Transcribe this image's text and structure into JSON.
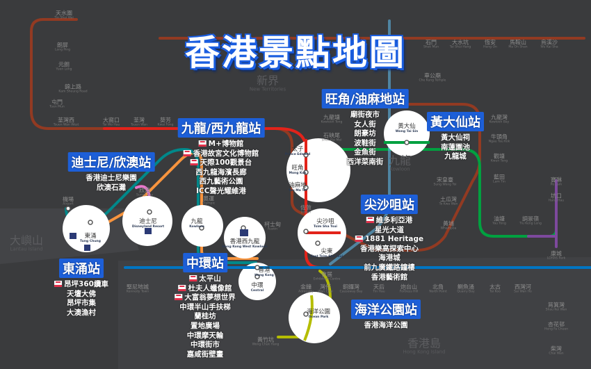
{
  "title": "香港景點地圖",
  "colors": {
    "background": "#3a3b3d",
    "title_box": "#1d5fd8",
    "tuen_ma": "#923a22",
    "tsuen_wan": "#e2231a",
    "kwun_tong": "#00a040",
    "island": "#0075c2",
    "tung_chung": "#f7943e",
    "airport_express": "#00888a",
    "south_island": "#b5bd00",
    "disneyland": "#e777cb",
    "tseung_kwan_o": "#7d499d",
    "east_rail": "#5eb6e4",
    "ticket": "#e0304a"
  },
  "regions": [
    {
      "zh": "新界",
      "en": "New Territories"
    },
    {
      "zh": "九龍",
      "en": "Kowloon"
    },
    {
      "zh": "大嶼山",
      "en": "Lantau Island"
    },
    {
      "zh": "香港島",
      "en": "Hong Kong Island"
    }
  ],
  "stations": [
    {
      "zh": "天水圍",
      "en": "Tin Shui Wai"
    },
    {
      "zh": "朗屏",
      "en": "Long Ping"
    },
    {
      "zh": "元朗",
      "en": "Yuen Long"
    },
    {
      "zh": "錦上路",
      "en": "Kam Sheung Road"
    },
    {
      "zh": "屯門",
      "en": "Tuen Mun"
    },
    {
      "zh": "荃灣西",
      "en": "Tsuen Wan West"
    },
    {
      "zh": "大窩口",
      "en": "Tai Wo Hau"
    },
    {
      "zh": "荃灣",
      "en": "Tsuen Wan"
    },
    {
      "zh": "葵芳",
      "en": "Kwai Fong"
    },
    {
      "zh": "石門",
      "en": "Shek Mun"
    },
    {
      "zh": "大水坑",
      "en": "Tai Shui Hang"
    },
    {
      "zh": "恆安",
      "en": "Heng On"
    },
    {
      "zh": "馬鞍山",
      "en": "Ma On Shan"
    },
    {
      "zh": "烏溪沙",
      "en": "Wu Kai Sha"
    },
    {
      "zh": "車公廟",
      "en": "Che Kung Temple"
    },
    {
      "zh": "九龍灣",
      "en": "Kowloon Bay"
    },
    {
      "zh": "牛頭角",
      "en": "Ngau Tau Kok"
    },
    {
      "zh": "觀塘",
      "en": "Kwun Tong"
    },
    {
      "zh": "藍田",
      "en": "Lam Tin"
    },
    {
      "zh": "油塘",
      "en": "Yau Tong"
    },
    {
      "zh": "調景嶺",
      "en": "Tiu Keng Leng"
    },
    {
      "zh": "寶琳",
      "en": "Po Lam"
    },
    {
      "zh": "坑口",
      "en": "Hang Hau"
    },
    {
      "zh": "康城",
      "en": "LOHAS Park"
    },
    {
      "zh": "堅尼地城",
      "en": "Kennedy Town"
    },
    {
      "zh": "灣仔",
      "en": "Wan Chai"
    },
    {
      "zh": "銅鑼灣",
      "en": "Causeway Bay"
    },
    {
      "zh": "天后",
      "en": "Tin Hau"
    },
    {
      "zh": "炮台山",
      "en": "Fortress Hill"
    },
    {
      "zh": "北角",
      "en": "North Point"
    },
    {
      "zh": "鰂魚涌",
      "en": "Quarry Bay"
    },
    {
      "zh": "太古",
      "en": "Tai Koo"
    },
    {
      "zh": "西灣河",
      "en": "Sai Wan Ho"
    },
    {
      "zh": "筲箕灣",
      "en": "Shau Kei Wan"
    },
    {
      "zh": "杏花邨",
      "en": "Heng Fa Chuen"
    },
    {
      "zh": "柴灣",
      "en": "Chai Wan"
    },
    {
      "zh": "金鐘",
      "en": "Admiralty"
    },
    {
      "zh": "會展",
      "en": "Exhibition Centre"
    },
    {
      "zh": "黃竹坑",
      "en": "Wong Chuk Hang"
    },
    {
      "zh": "土瓜灣",
      "en": "To Kwa Wan"
    },
    {
      "zh": "黃埔",
      "en": "Whampoa"
    },
    {
      "zh": "宋皇臺",
      "en": "Sung Wong Toi"
    },
    {
      "zh": "九龍塘",
      "en": "Kowloon Tong"
    },
    {
      "zh": "石硤尾",
      "en": "Shek Kip Mei"
    },
    {
      "zh": "佐敦",
      "en": "Jordan"
    },
    {
      "zh": "柯士甸",
      "en": "Austin"
    },
    {
      "zh": "奧運",
      "en": "Olympic"
    },
    {
      "zh": "欣澳",
      "en": "Sunny Bay"
    },
    {
      "zh": "機場",
      "en": "Airport"
    },
    {
      "zh": "太子",
      "en": "Prince Edward"
    },
    {
      "zh": "旺角",
      "en": "Mong Kok"
    },
    {
      "zh": "油麻地",
      "en": "Yau Ma Tei"
    },
    {
      "zh": "黃大仙",
      "en": "Wong Tai Sin"
    },
    {
      "zh": "東涌",
      "en": "Tung Chung"
    },
    {
      "zh": "迪士尼",
      "en": "Disneyland Resort"
    },
    {
      "zh": "九龍",
      "en": "Kowloon"
    },
    {
      "zh": "香港西九龍",
      "en": "Hong Kong West Kowloon"
    },
    {
      "zh": "尖沙咀",
      "en": "Tsim Sha Tsui"
    },
    {
      "zh": "尖東",
      "en": "East Tsim Sha Tsui"
    },
    {
      "zh": "香港",
      "en": "Hong Kong"
    },
    {
      "zh": "中環",
      "en": "Central"
    },
    {
      "zh": "海洋公園",
      "en": "Ocean Park"
    }
  ],
  "groups": [
    {
      "title": "九龍/西九龍站",
      "items": [
        {
          "text": "M+博物館",
          "ticket": true
        },
        {
          "text": "香港故宮文化博物館",
          "ticket": true
        },
        {
          "text": "天際100觀景台",
          "ticket": true
        },
        {
          "text": "西九龍海濱長廊",
          "ticket": false
        },
        {
          "text": "西九藝術公園",
          "ticket": false
        },
        {
          "text": "ICC聲光耀維港",
          "ticket": false
        }
      ]
    },
    {
      "title": "旺角/油麻地站",
      "items": [
        {
          "text": "廟街夜市",
          "ticket": false
        },
        {
          "text": "女人街",
          "ticket": false
        },
        {
          "text": "朗豪坊",
          "ticket": false
        },
        {
          "text": "波鞋街",
          "ticket": false
        },
        {
          "text": "金魚街",
          "ticket": false
        },
        {
          "text": "西洋菜南街",
          "ticket": false
        }
      ]
    },
    {
      "title": "黃大仙站",
      "items": [
        {
          "text": "黃大仙祠",
          "ticket": false
        },
        {
          "text": "南蓮園池",
          "ticket": false
        },
        {
          "text": "九龍城",
          "ticket": false
        }
      ]
    },
    {
      "title": "迪士尼/欣澳站",
      "items": [
        {
          "text": "香港迪士尼樂園",
          "ticket": false
        },
        {
          "text": "欣澳石灘",
          "ticket": false
        }
      ]
    },
    {
      "title": "尖沙咀站",
      "items": [
        {
          "text": "維多利亞港",
          "ticket": true
        },
        {
          "text": "星光大道",
          "ticket": false
        },
        {
          "text": "1881 Heritage",
          "ticket": true
        },
        {
          "text": "香港樂高探索中心",
          "ticket": false
        },
        {
          "text": "海港城",
          "ticket": false
        },
        {
          "text": "前九廣鐵路鐘樓",
          "ticket": false
        },
        {
          "text": "香港藝術館",
          "ticket": false
        }
      ]
    },
    {
      "title": "中環站",
      "items": [
        {
          "text": "太平山",
          "ticket": true
        },
        {
          "text": "杜夫人蠟像館",
          "ticket": true
        },
        {
          "text": "大富翁夢想世界",
          "ticket": true
        },
        {
          "text": "中環半山手扶梯",
          "ticket": false
        },
        {
          "text": "蘭桂坊",
          "ticket": false
        },
        {
          "text": "置地廣場",
          "ticket": false
        },
        {
          "text": "中環摩天輪",
          "ticket": false
        },
        {
          "text": "中環街市",
          "ticket": false
        },
        {
          "text": "嘉咸街壁畫",
          "ticket": false
        }
      ]
    },
    {
      "title": "東涌站",
      "items": [
        {
          "text": "昂坪360纜車",
          "ticket": true
        },
        {
          "text": "天壇大佛",
          "ticket": false
        },
        {
          "text": "昂坪市集",
          "ticket": false
        },
        {
          "text": "大澳漁村",
          "ticket": false
        }
      ]
    },
    {
      "title": "海洋公園站",
      "items": [
        {
          "text": "香港海洋公園",
          "ticket": false
        }
      ]
    }
  ]
}
